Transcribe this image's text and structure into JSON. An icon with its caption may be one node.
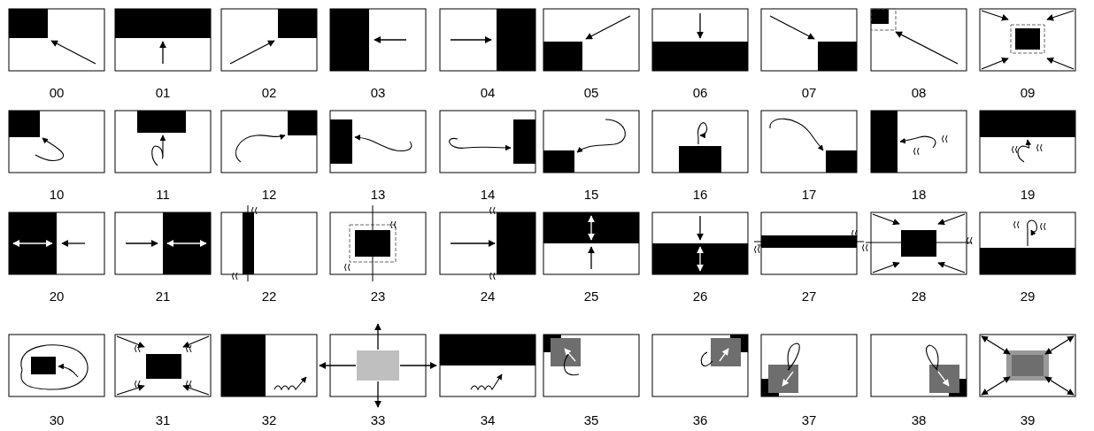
{
  "diagram": {
    "labels": [
      "00",
      "01",
      "02",
      "03",
      "04",
      "05",
      "06",
      "07",
      "08",
      "09",
      "10",
      "11",
      "12",
      "13",
      "14",
      "15",
      "16",
      "17",
      "18",
      "19",
      "20",
      "21",
      "22",
      "23",
      "24",
      "25",
      "26",
      "27",
      "28",
      "29",
      "30",
      "31",
      "32",
      "33",
      "34",
      "35",
      "36",
      "37",
      "38",
      "39"
    ]
  }
}
